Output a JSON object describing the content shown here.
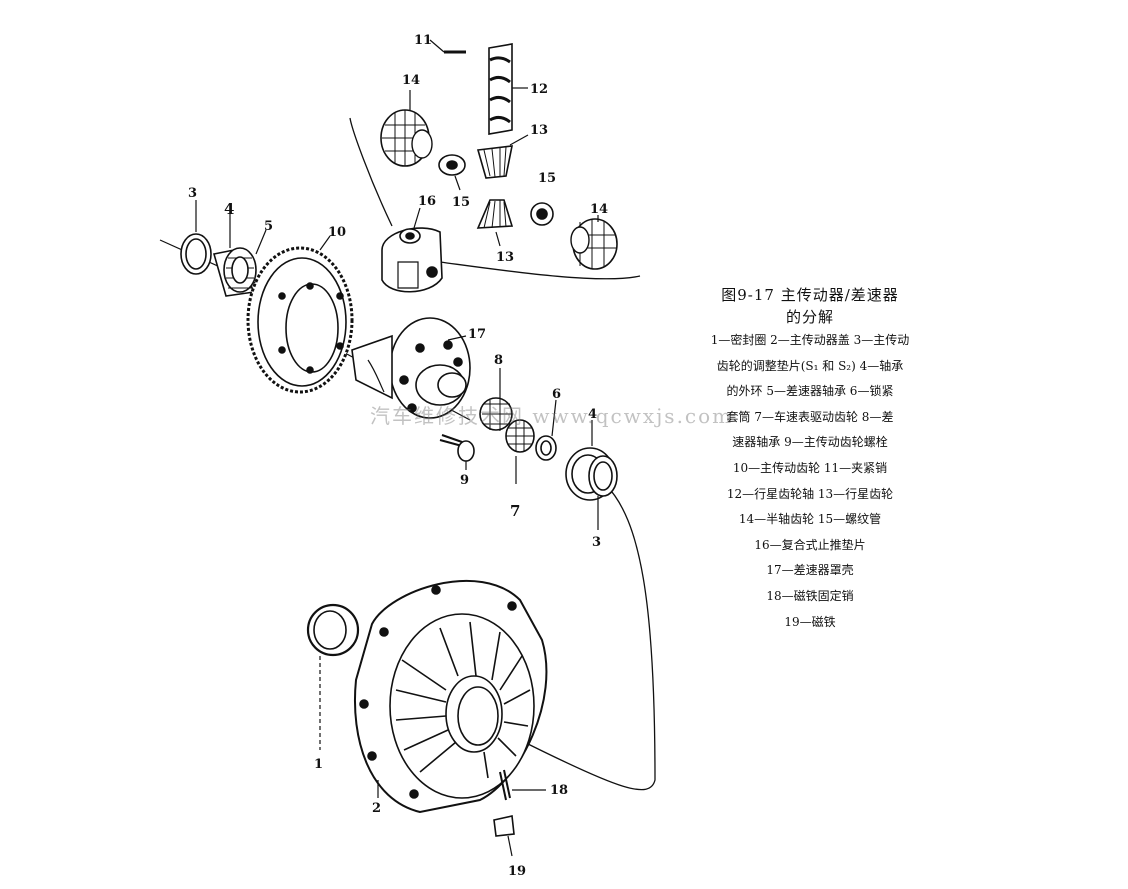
{
  "figure": {
    "title_line1": "图9-17  主传动器/差速器",
    "title_line2": "的分解",
    "legend_lines": [
      "1—密封圈  2—主传动器盖  3—主传动",
      "齿轮的调整垫片(S₁ 和 S₂)  4—轴承",
      "的外环  5—差速器轴承  6—锁紧",
      "套筒  7—车速表驱动齿轮  8—差",
      "速器轴承  9—主传动齿轮螺栓",
      "10—主传动齿轮  11—夹紧销",
      "12—行星齿轮轴  13—行星齿轮",
      "14—半轴齿轮  15—螺纹管",
      "16—复合式止推垫片",
      "17—差速器罩壳",
      "18—磁铁固定销",
      "19—磁铁"
    ],
    "watermark": "汽车维修技术网  www.qcwxjs.com"
  },
  "callouts": {
    "n1": "1",
    "n2": "2",
    "n3a": "3",
    "n3b": "3",
    "n4a": "4",
    "n4b": "4",
    "n5": "5",
    "n6": "6",
    "n7": "7",
    "n8": "8",
    "n9": "9",
    "n10": "10",
    "n11": "11",
    "n12": "12",
    "n13a": "13",
    "n13b": "13",
    "n14a": "14",
    "n14b": "14",
    "n15a": "15",
    "n15b": "15",
    "n16": "16",
    "n17": "17",
    "n18": "18",
    "n19": "19"
  }
}
